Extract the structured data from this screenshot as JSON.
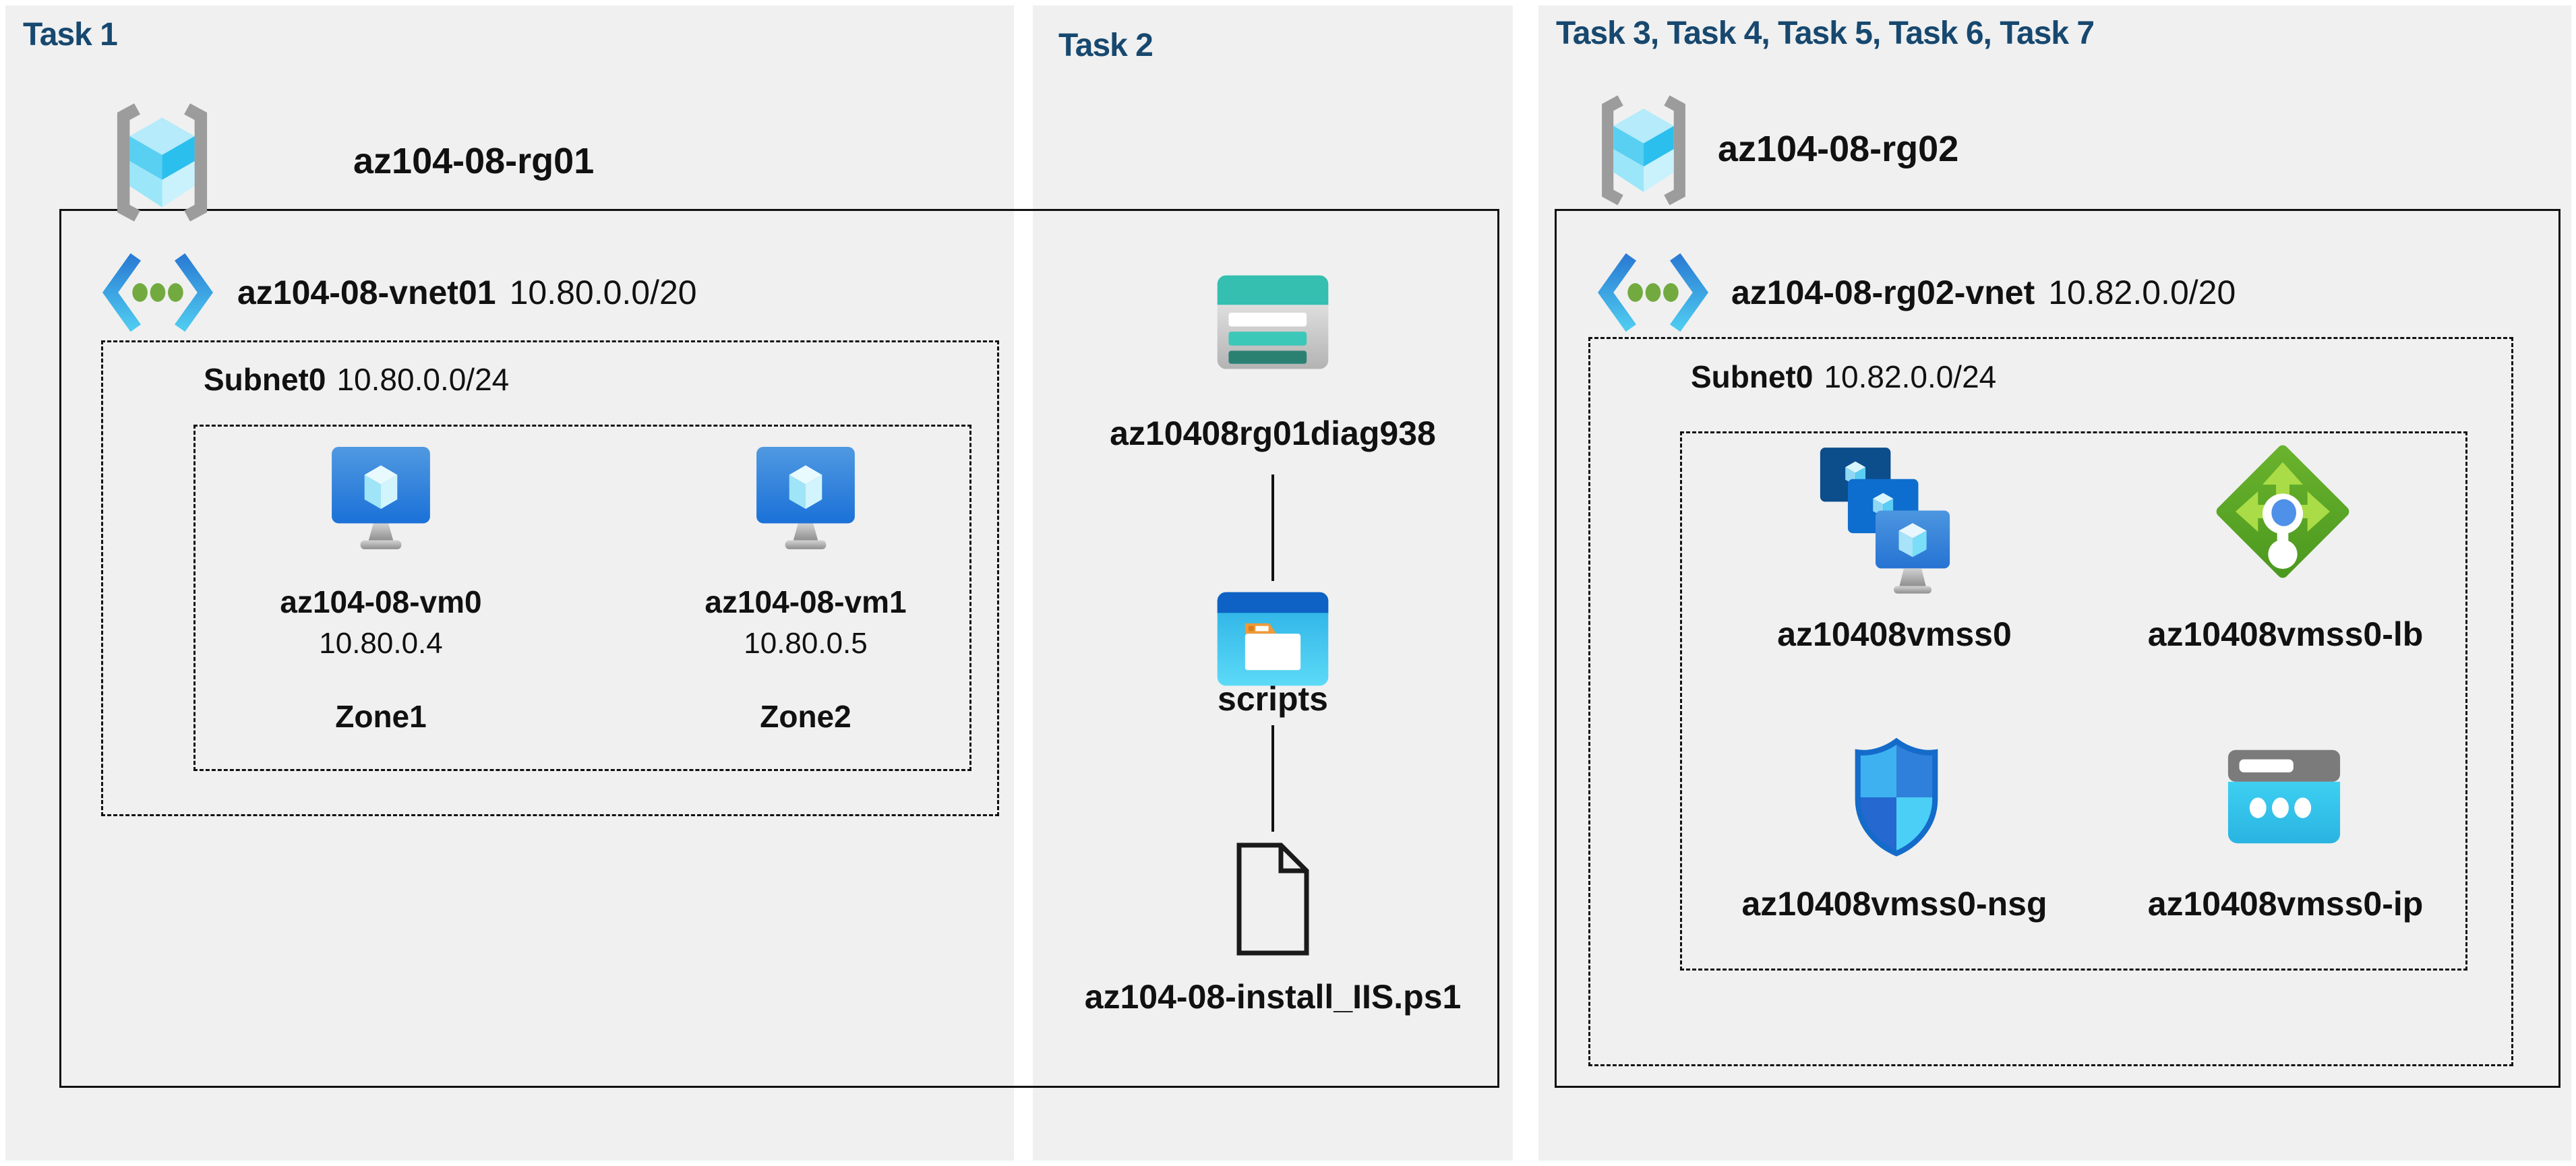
{
  "colors": {
    "background": "#ffffff",
    "panel": "#f0f0f0",
    "task_title": "#17486f",
    "text": "#111111",
    "box_border": "#111111",
    "vm_blue": "#1b71d8",
    "vnet_blue": "#2a7cd4",
    "dot_green": "#72aa40",
    "storage_teal": "#34bfb0",
    "storage_teal_dark": "#2a8172",
    "container_blue": "#0e62c5",
    "folder_orange": "#f09a38",
    "lb_green": "#5aa226",
    "nsg_blue": "#2e80da",
    "ip_cyan": "#35c4ea"
  },
  "task1": {
    "title": "Task 1",
    "resource_group": "az104-08-rg01",
    "vnet_name": "az104-08-vnet01",
    "vnet_cidr": "10.80.0.0/20",
    "subnet_name": "Subnet0",
    "subnet_cidr": "10.80.0.0/24",
    "vms": [
      {
        "name": "az104-08-vm0",
        "ip": "10.80.0.4",
        "zone": "Zone1"
      },
      {
        "name": "az104-08-vm1",
        "ip": "10.80.0.5",
        "zone": "Zone2"
      }
    ]
  },
  "task2": {
    "title": "Task 2",
    "storage_account": "az10408rg01diag938",
    "container": "scripts",
    "script_file": "az104-08-install_IIS.ps1"
  },
  "task3": {
    "title": "Task 3, Task 4, Task 5, Task 6, Task 7",
    "resource_group": "az104-08-rg02",
    "vnet_name": "az104-08-rg02-vnet",
    "vnet_cidr": "10.82.0.0/20",
    "subnet_name": "Subnet0",
    "subnet_cidr": "10.82.0.0/24",
    "vmss": "az10408vmss0",
    "load_balancer": "az10408vmss0-lb",
    "nsg": "az10408vmss0-nsg",
    "public_ip": "az10408vmss0-ip"
  }
}
